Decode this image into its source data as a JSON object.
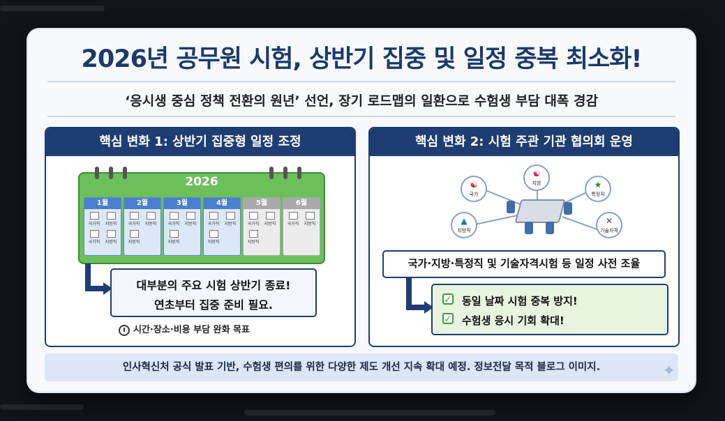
{
  "title": "2026년 공무원 시험, 상반기 집중 및 일정 중복 최소화!",
  "subtitle": "‘응시생 중심 정책 전환의 원년’ 선언, 장기 로드맵의 일환으로 수험생 부담 대폭 경감",
  "left_panel": {
    "heading": "핵심 변화 1: 상반기 집중형 일정 조정",
    "calendar_year": "2026",
    "months": [
      {
        "label": "1월",
        "items": [
          "국가직",
          "지방직",
          "국가직",
          "지방직"
        ],
        "active": true
      },
      {
        "label": "2월",
        "items": [
          "국가직",
          "지방직",
          "지방직"
        ],
        "active": true
      },
      {
        "label": "3월",
        "items": [
          "국가직",
          "지방직",
          "지방직"
        ],
        "active": true
      },
      {
        "label": "4월",
        "items": [
          "국가직",
          "지방직",
          "지방직"
        ],
        "active": true
      },
      {
        "label": "5월",
        "items": [
          "국가직",
          "지방직",
          "지방직"
        ],
        "active": false
      },
      {
        "label": "6월",
        "items": [
          "국가직",
          "지방직"
        ],
        "active": false
      }
    ],
    "note_line1": "대부분의 주요 시험 상반기 종료!",
    "note_line2": "연초부터 집중 준비 필요.",
    "goal": "시간·장소·비용 부담 완화 목표"
  },
  "right_panel": {
    "heading": "핵심 변화 2: 시험 주관 기관 협의회 운영",
    "nodes": {
      "center": "지방",
      "left": "국가",
      "right": "특정직",
      "bottom_left": "지방직",
      "bottom_right": "기술자격"
    },
    "band_text": "국가·지방·특정직 및 기술자격시험 등 일정 사전 조율",
    "check1": "동일 날짜 시험 중복 방지!",
    "check2": "수험생 응시 기회 확대!"
  },
  "footer": "인사혁신처 공식 발표 기반, 수험생 편의를 위한 다양한 제도 개선 지속 확대 예정. 정보전달 목적 블로그 이미지.",
  "colors": {
    "navy": "#1e3d72",
    "calendar_green": "#6cbf5a",
    "month_blue": "#4a7fcf",
    "check_green": "#3d9b3a"
  }
}
